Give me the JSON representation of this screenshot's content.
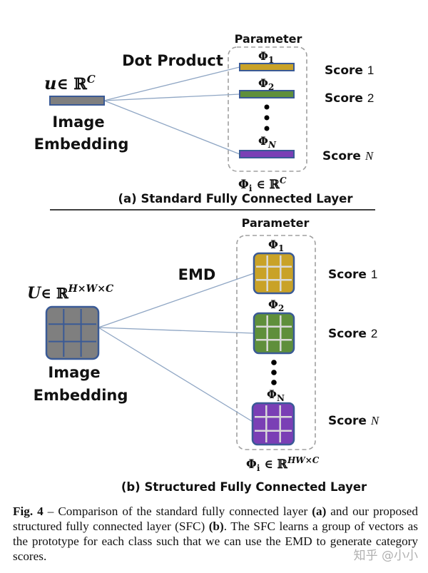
{
  "part_a": {
    "parameter_label": "Parameter",
    "operation_label": "Dot Product",
    "embedding_symbol": "u",
    "embedding_space": "∈ ℝ",
    "embedding_dim": "C",
    "embedding_label_line1": "Image",
    "embedding_label_line2": "Embedding",
    "prototypes": [
      {
        "symbol": "Φ",
        "sub": "1",
        "score": "Score ",
        "score_idx": "1",
        "color": "#c9a227"
      },
      {
        "symbol": "Φ",
        "sub": "2",
        "score": "Score ",
        "score_idx": "2",
        "color": "#5f8f3b"
      },
      {
        "symbol": "Φ",
        "sub": "N",
        "score": "Score ",
        "score_idx": "N",
        "color": "#7a3fb5"
      }
    ],
    "param_space": "Φ",
    "param_space_sub": "i",
    "param_space_rest": " ∈ ℝ",
    "param_space_dim": "C",
    "title": "(a) Standard Fully Connected Layer"
  },
  "part_b": {
    "parameter_label": "Parameter",
    "operation_label": "EMD",
    "embedding_symbol": "U",
    "embedding_space": "∈ ℝ",
    "embedding_dim": "H×W×C",
    "embedding_label_line1": "Image",
    "embedding_label_line2": "Embedding",
    "prototypes": [
      {
        "symbol": "Φ",
        "sub": "1",
        "score": "Score ",
        "score_idx": "1",
        "color": "#c9a227"
      },
      {
        "symbol": "Φ",
        "sub": "2",
        "score": "Score ",
        "score_idx": "2",
        "color": "#5f8f3b"
      },
      {
        "symbol": "Φ",
        "sub": "N",
        "score": "Score ",
        "score_idx": "N",
        "color": "#7a3fb5"
      }
    ],
    "param_space": "Φ",
    "param_space_sub": "i",
    "param_space_rest": " ∈ ℝ",
    "param_space_dim": "HW×C",
    "title": "(b) Structured Fully Connected Layer"
  },
  "caption": {
    "fig_label": "Fig. 4",
    "text_1": " – Comparison of the standard fully connected layer ",
    "ref_a": "(a)",
    "text_2": " and our proposed structured fully connected layer (SFC) ",
    "ref_b": "(b)",
    "text_3": ". The SFC learns a group of vectors as the prototype for each class such that we can use the EMD to generate category scores."
  },
  "watermark": "知乎 @小小",
  "colors": {
    "embedding": "#7f7f7f",
    "outline": "#3a5a96",
    "connector": "#8fa6c4",
    "dashed_box": "#a0a0a0",
    "grid_line": "#d9d9d9"
  }
}
